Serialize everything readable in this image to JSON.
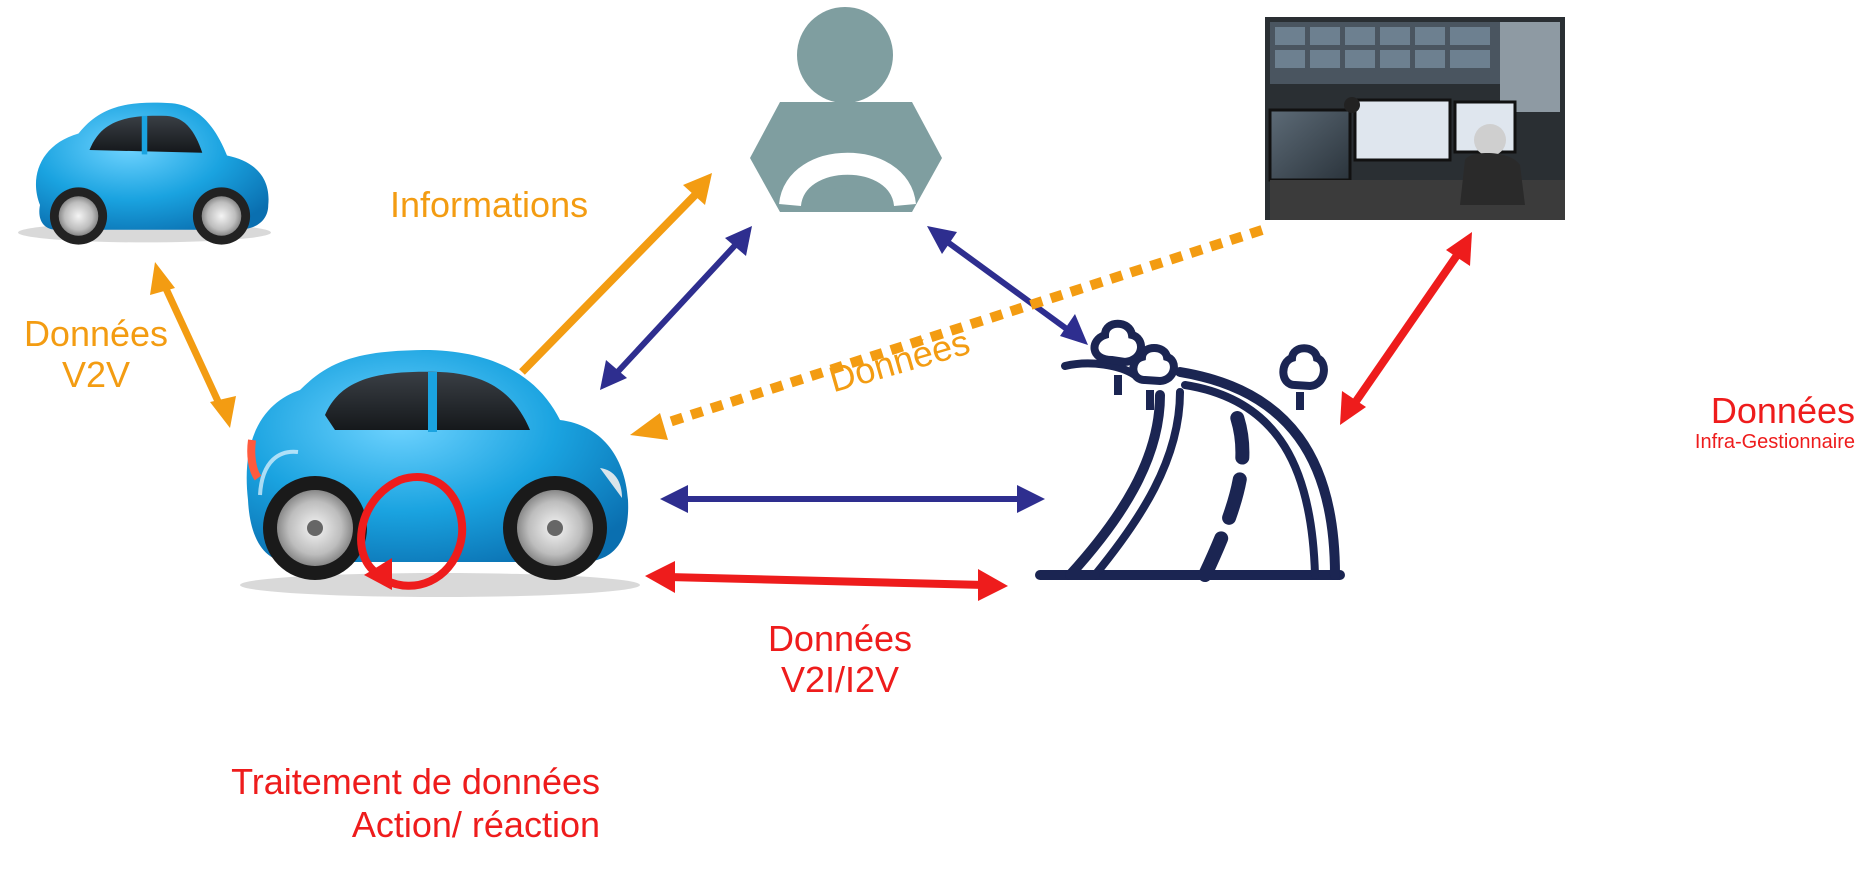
{
  "colors": {
    "orange": "#f39c12",
    "red": "#ee1c1c",
    "navy": "#2e2e8f",
    "driver": "#7f9ea0",
    "road": "#1b2552",
    "car_blue": "#1aa3e0"
  },
  "icons": [
    "small-car-icon",
    "main-car-icon",
    "driver-icon",
    "road-icon",
    "tree-icon",
    "control-room-photo",
    "rotation-arrow-icon"
  ],
  "labels": {
    "informations": "Informations",
    "v2v_title": "Données",
    "v2v_sub": "V2V",
    "infra_diag": "Données",
    "infra_title": "Données",
    "infra_sub": "Infra-Gestionnaire",
    "v2i_title": "Données",
    "v2i_sub": "V2I/I2V",
    "processing_line1": "Traitement de données",
    "processing_line2": "Action/ réaction"
  }
}
